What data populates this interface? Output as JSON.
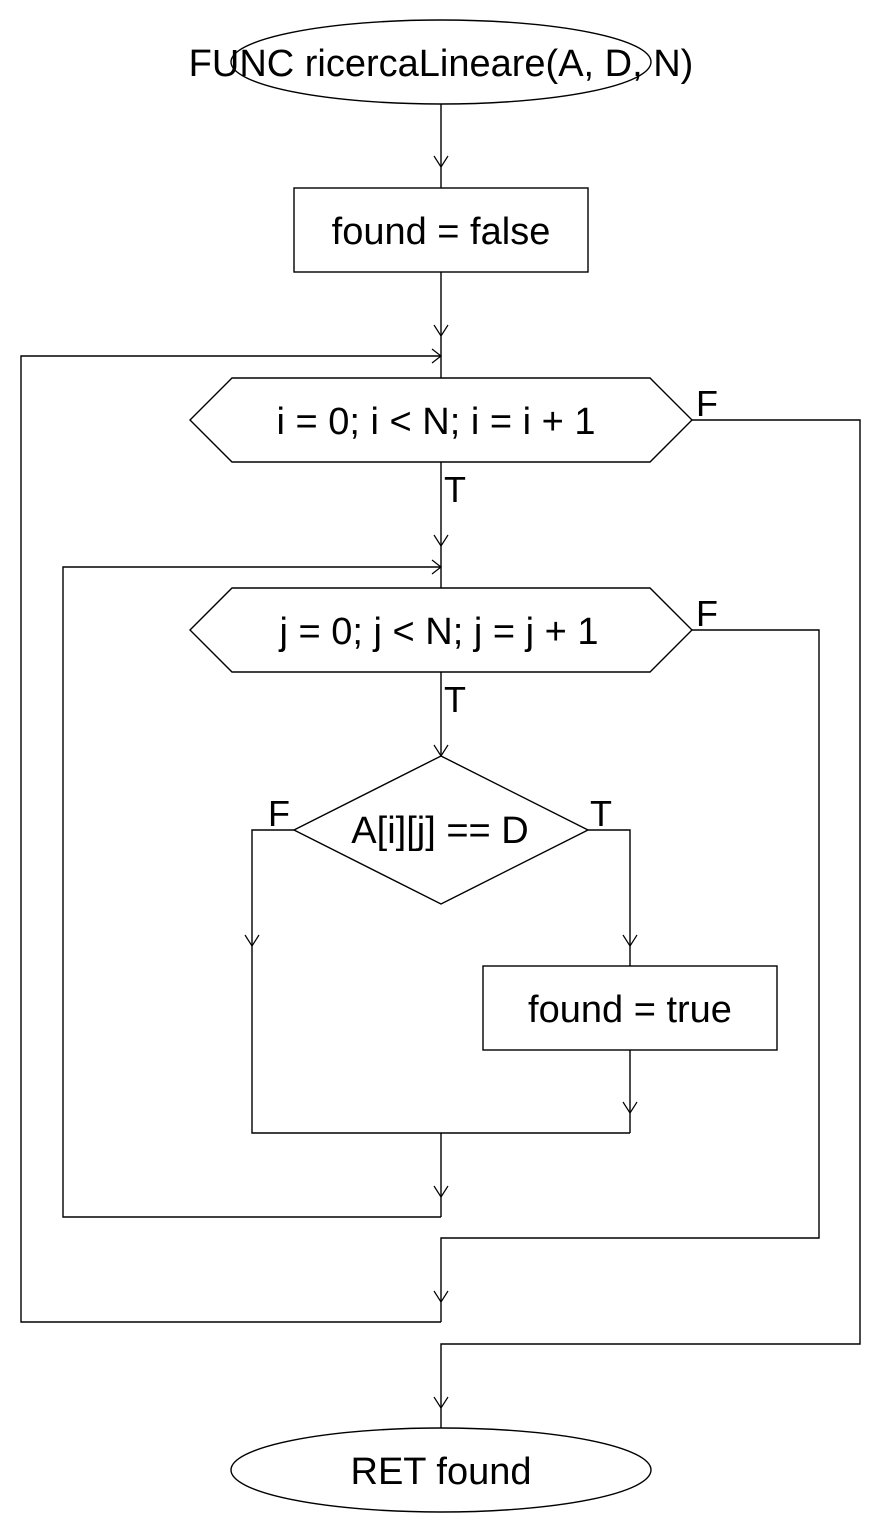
{
  "flowchart": {
    "start": "FUNC ricercaLineare(A, D, N)",
    "init": "found = false",
    "outer_loop": "i = 0; i < N; i = i + 1",
    "inner_loop": "j = 0; j < N; j = j + 1",
    "condition": "A[i][j] == D",
    "assign": "found = true",
    "end": "RET found",
    "labels": {
      "outer_false": "F",
      "outer_true": "T",
      "inner_false": "F",
      "inner_true": "T",
      "cond_false": "F",
      "cond_true": "T"
    }
  }
}
